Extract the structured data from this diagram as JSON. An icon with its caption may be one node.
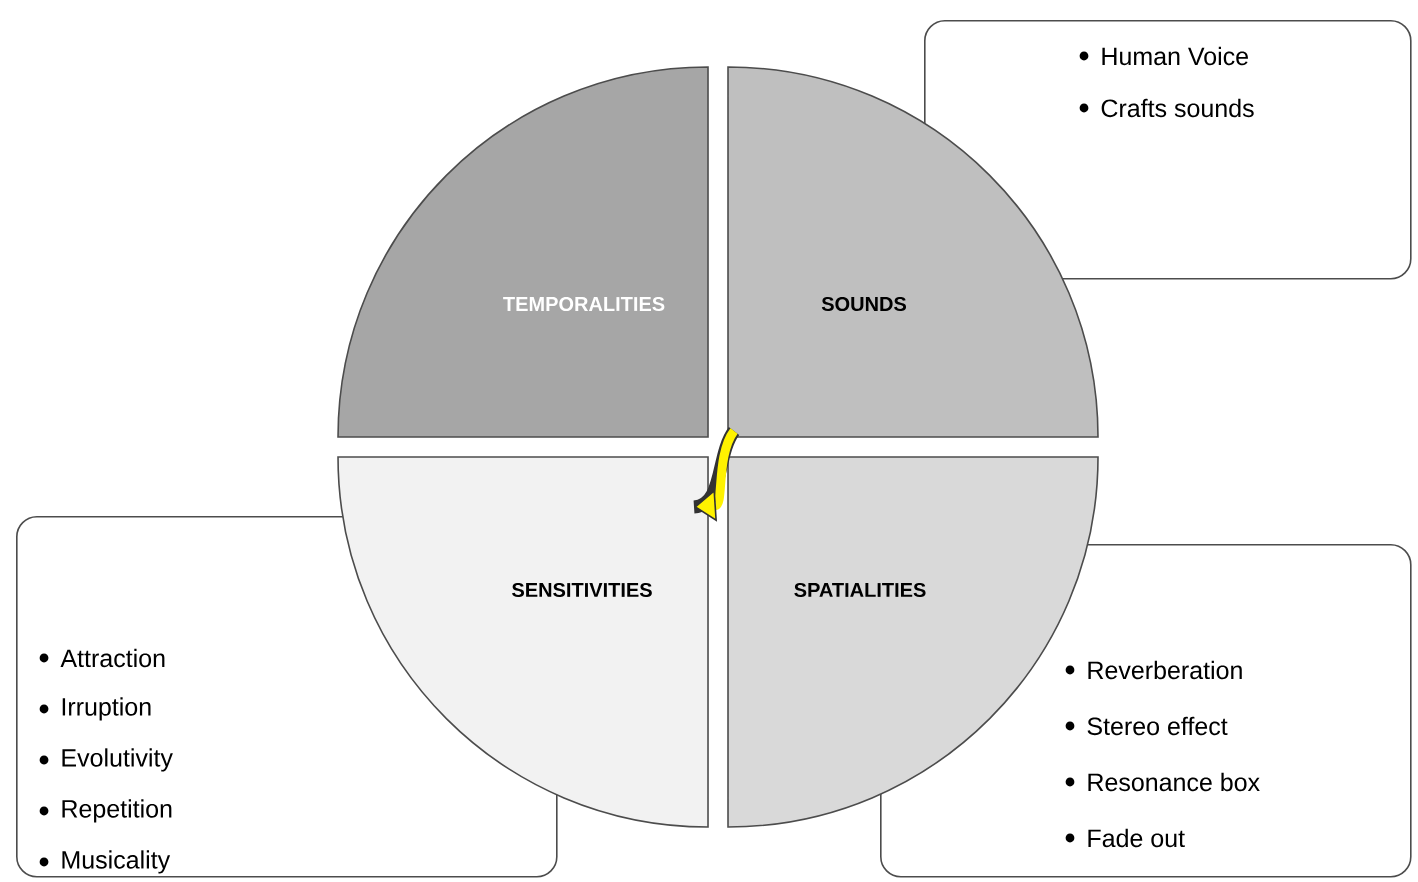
{
  "diagram": {
    "nodes": [
      {
        "text": [
          "TEMPORALITIES"
        ]
      },
      {
        "text": [
          "SOUNDS"
        ]
      },
      {
        "text": [
          "Human Voice",
          "Crafts sounds"
        ]
      },
      {
        "text": [
          "SENSITIVITIES"
        ]
      },
      {
        "text": [
          "SPATIALITIES"
        ]
      },
      {
        "text": [
          "Attraction",
          "Irruption",
          "Evolutivity",
          "Repetition",
          "Musicality"
        ]
      },
      {
        "text": [
          "Reverberation",
          "Stereo effect",
          "Resonance box",
          "Fade out"
        ]
      }
    ],
    "edges": [
      {
        "from": 1,
        "to": 3,
        "arrow": "to"
      }
    ]
  }
}
